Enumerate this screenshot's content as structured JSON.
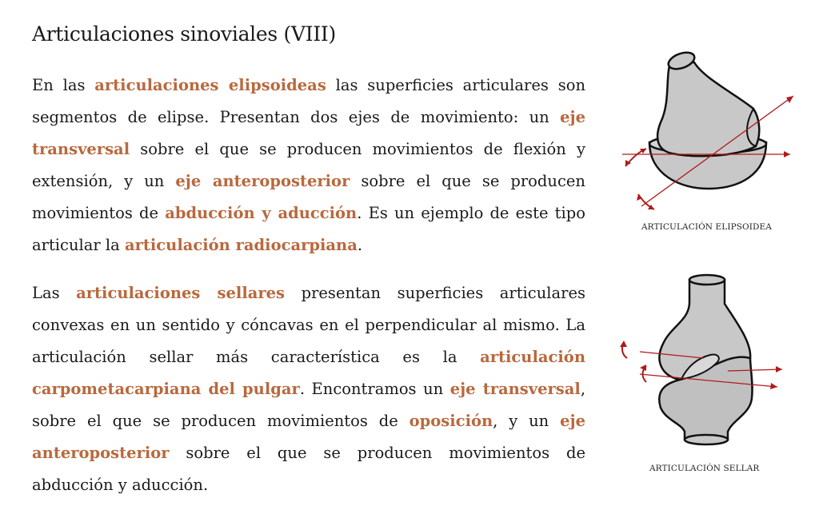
{
  "title": "Articulaciones sinoviales (VIII)",
  "para1": [
    {
      "t": "En las ",
      "h": false
    },
    {
      "t": "articulaciones elipsoideas",
      "h": true
    },
    {
      "t": " las superficies articulares son segmentos de elipse. Presentan dos ejes de movimiento: un ",
      "h": false
    },
    {
      "t": "eje transversal",
      "h": true
    },
    {
      "t": " sobre el que se producen movimientos de flexión y extensión, y un ",
      "h": false
    },
    {
      "t": "eje anteroposterior",
      "h": true
    },
    {
      "t": " sobre el que se producen movimientos de ",
      "h": false
    },
    {
      "t": "abducción y aducción",
      "h": true
    },
    {
      "t": ". Es un ejemplo de este tipo articular la ",
      "h": false
    },
    {
      "t": "articulación radiocarpiana",
      "h": true
    },
    {
      "t": ".",
      "h": false
    }
  ],
  "para2": [
    {
      "t": "Las ",
      "h": false
    },
    {
      "t": "articulaciones sellares",
      "h": true
    },
    {
      "t": " presentan superficies articulares convexas en un sentido y cóncavas en el perpendicular al mismo. La articulación sellar más característica es la ",
      "h": false
    },
    {
      "t": "articulación carpometacarpiana del pulgar",
      "h": true
    },
    {
      "t": ". Encontramos un ",
      "h": false
    },
    {
      "t": "eje transversal",
      "h": true
    },
    {
      "t": ", sobre el que se producen movimientos de ",
      "h": false
    },
    {
      "t": "oposición",
      "h": true
    },
    {
      "t": ", y un ",
      "h": false
    },
    {
      "t": "eje anteroposterior",
      "h": true
    },
    {
      "t": " sobre el que se producen movimientos de abducción y aducción.",
      "h": false
    }
  ],
  "figure1": {
    "caption": "ARTICULACIÓN ELIPSOIDEA"
  },
  "figure2": {
    "caption": "ARTICULACIÓN SELLAR"
  },
  "colors": {
    "highlight": "#b8693e",
    "axis": "#b01a1a",
    "bone": "#c8c8c8"
  }
}
